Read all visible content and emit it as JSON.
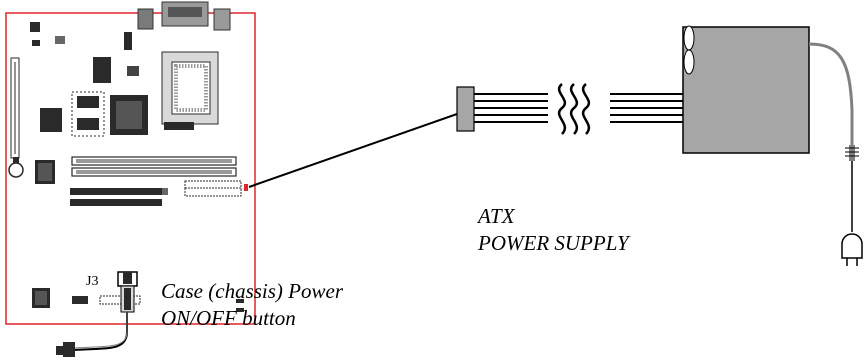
{
  "labels": {
    "j3": "J3",
    "case_button_line1": "Case (chassis) Power",
    "case_button_line2": "ON/OFF button",
    "atx_line1": "ATX",
    "atx_line2": "POWER SUPPLY"
  },
  "colors": {
    "board_outline": "#e0262b",
    "psu_body": "#a6a6a6",
    "component": "#2a2a2a",
    "cable": "#000000"
  },
  "icons": [
    "power-plug-icon",
    "fan-icon",
    "wire-break-icon"
  ]
}
